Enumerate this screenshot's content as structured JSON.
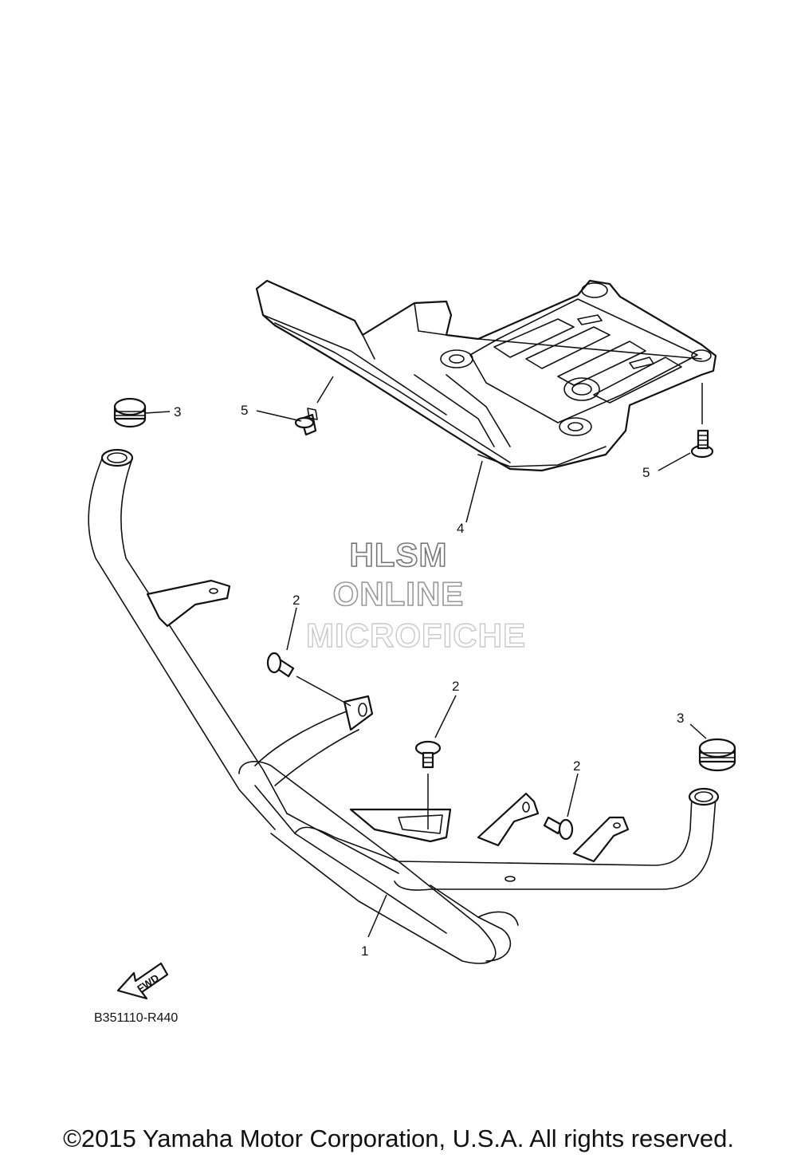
{
  "callouts": [
    {
      "id": "c1",
      "label": "1"
    },
    {
      "id": "c2a",
      "label": "2"
    },
    {
      "id": "c2b",
      "label": "2"
    },
    {
      "id": "c2c",
      "label": "2"
    },
    {
      "id": "c3a",
      "label": "3"
    },
    {
      "id": "c3b",
      "label": "3"
    },
    {
      "id": "c4",
      "label": "4"
    },
    {
      "id": "c5a",
      "label": "5"
    },
    {
      "id": "c5b",
      "label": "5"
    }
  ],
  "watermark": {
    "line1": "HLSM",
    "line2": "ONLINE",
    "line3": "MICROFICHE"
  },
  "fwd_arrow_label": "FWD",
  "diagram_code": "B351110-R440",
  "copyright": "©2015 Yamaha Motor Corporation, U.S.A. All rights reserved."
}
